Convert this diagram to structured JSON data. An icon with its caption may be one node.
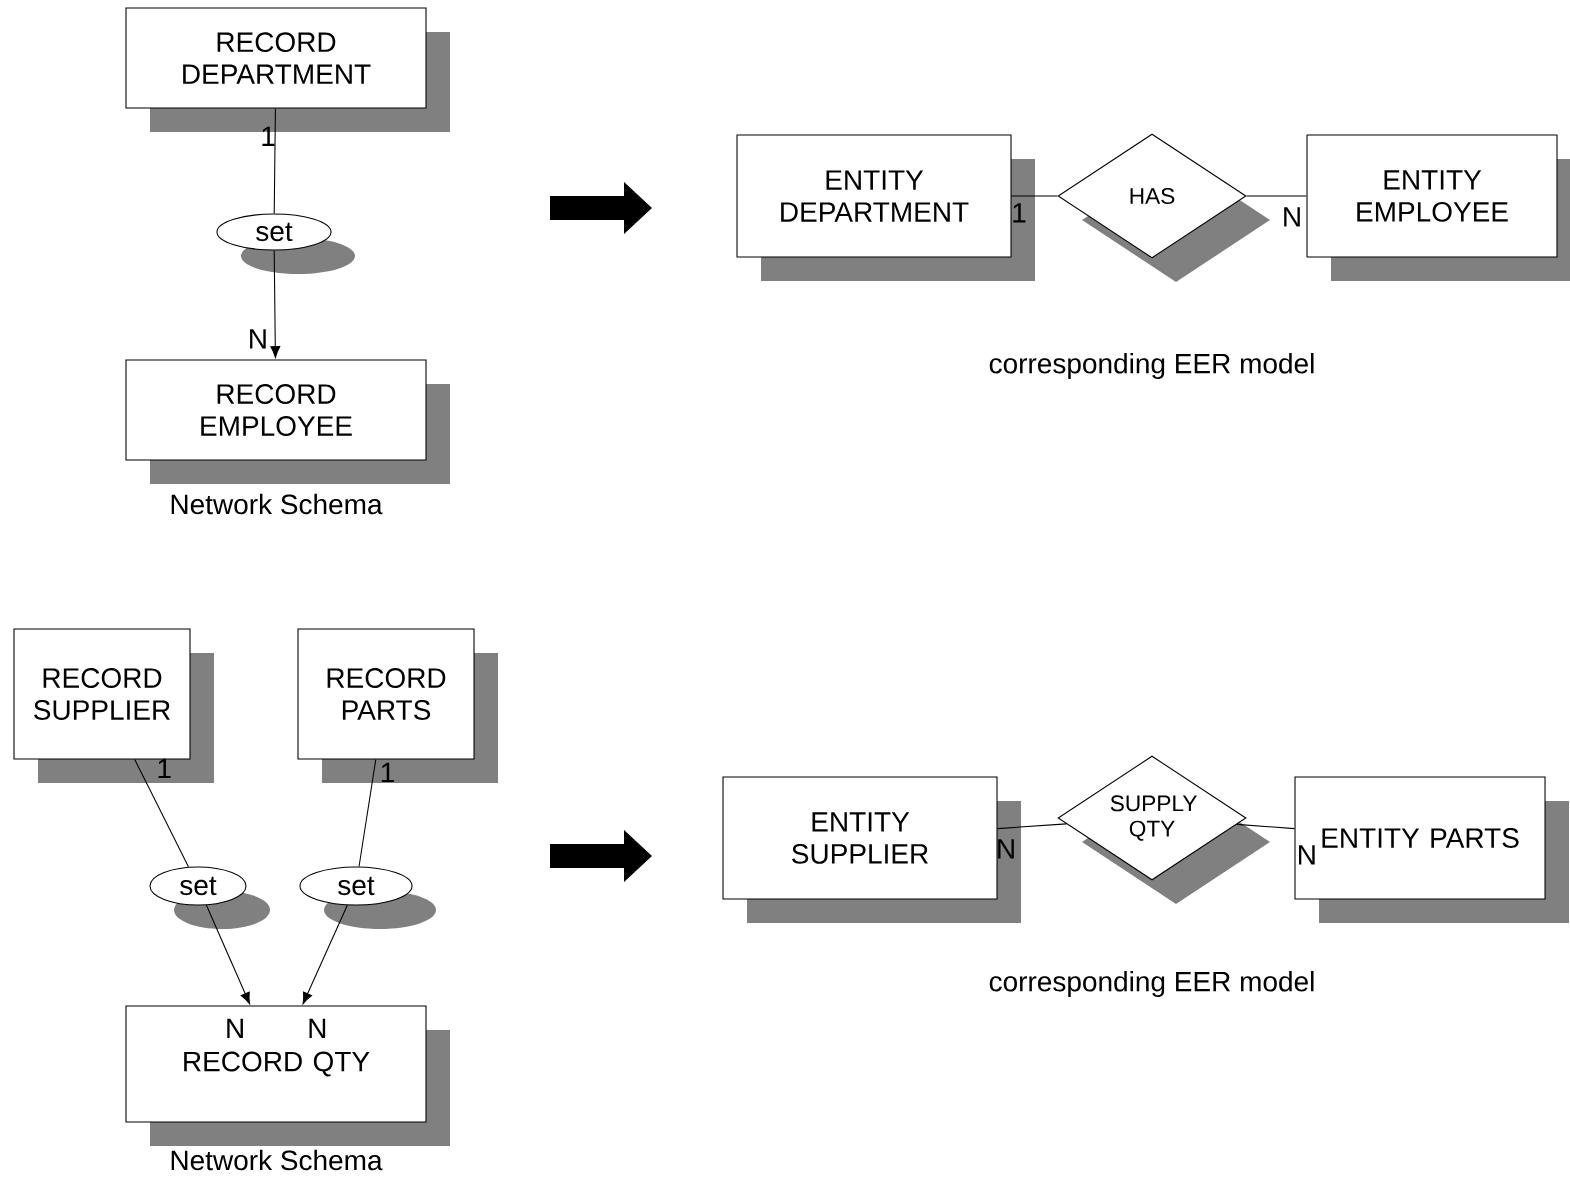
{
  "diagram": {
    "nodes": [
      {
        "text": [
          "RECORD DEPARTMENT"
        ]
      },
      {
        "text": [
          "set"
        ]
      },
      {
        "text": [
          "RECORD EMPLOYEE"
        ]
      },
      {
        "text": [
          "ENTITY DEPARTMENT"
        ]
      },
      {
        "text": [
          "HAS"
        ]
      },
      {
        "text": [
          "ENTITY EMPLOYEE"
        ]
      },
      {
        "text": [
          "RECORD SUPPLIER"
        ]
      },
      {
        "text": [
          "RECORD PARTS"
        ]
      },
      {
        "text": [
          "set"
        ]
      },
      {
        "text": [
          "set"
        ]
      },
      {
        "text": [
          "RECORD QTY"
        ]
      },
      {
        "text": [
          "ENTITY SUPPLIER"
        ]
      },
      {
        "text": [
          "SUPPLY QTY"
        ]
      },
      {
        "text": [
          "ENTITY PARTS"
        ]
      }
    ],
    "edges": [
      {
        "from": 0,
        "to": 1,
        "arrow": "none",
        "label": "1"
      },
      {
        "from": 1,
        "to": 2,
        "arrow": "to",
        "label": "N"
      },
      {
        "from": 3,
        "to": 4,
        "arrow": "none",
        "label": "1"
      },
      {
        "from": 4,
        "to": 5,
        "arrow": "none",
        "label": "N"
      },
      {
        "from": 6,
        "to": 8,
        "arrow": "none",
        "label": "1"
      },
      {
        "from": 8,
        "to": 10,
        "arrow": "to",
        "label": "N"
      },
      {
        "from": 7,
        "to": 9,
        "arrow": "none",
        "label": "1"
      },
      {
        "from": 9,
        "to": 10,
        "arrow": "to",
        "label": "N"
      },
      {
        "from": 11,
        "to": 12,
        "arrow": "none",
        "label": "N"
      },
      {
        "from": 12,
        "to": 13,
        "arrow": "none",
        "label": "N"
      }
    ],
    "labels": [
      "Network Schema",
      "corresponding EER model",
      "Network Schema",
      "corresponding EER model"
    ]
  }
}
